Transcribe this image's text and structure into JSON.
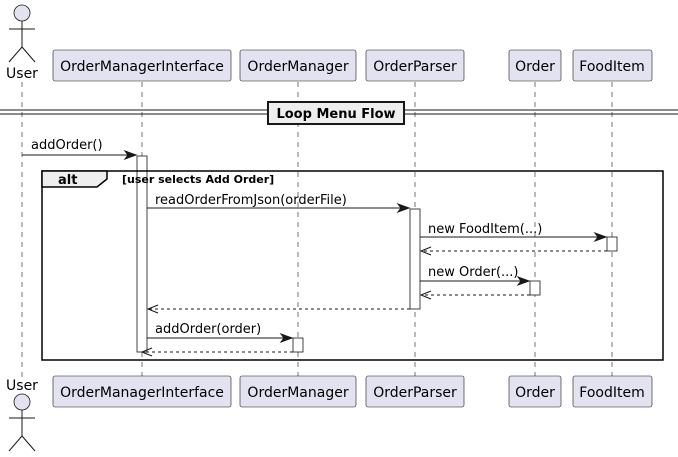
{
  "participants": {
    "user": "User",
    "omi": "OrderManagerInterface",
    "om": "OrderManager",
    "op": "OrderParser",
    "order": "Order",
    "food": "FoodItem"
  },
  "divider": {
    "title": "Loop Menu Flow"
  },
  "alt": {
    "keyword": "alt",
    "condition": "[user selects Add Order]"
  },
  "messages": {
    "m1": "addOrder()",
    "m2": "readOrderFromJson(orderFile)",
    "m3": "new FoodItem(...)",
    "m5": "new Order(...)",
    "m8": "addOrder(order)"
  },
  "colors": {
    "participant_fill": "#E2E2F0",
    "line": "#181818"
  }
}
